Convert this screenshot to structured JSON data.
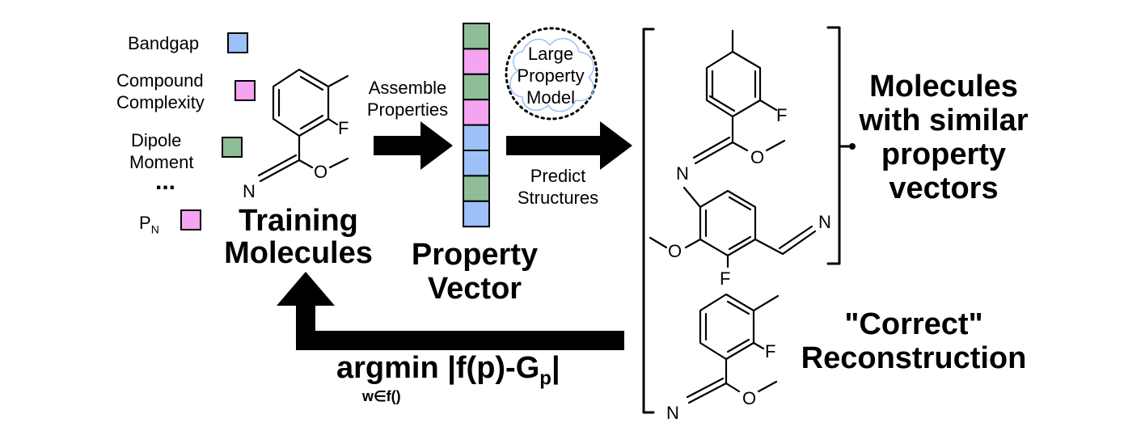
{
  "colors": {
    "blue": "#9cc0f7",
    "pink": "#f4a4f0",
    "green": "#8fbd98",
    "black": "#000000"
  },
  "properties": {
    "bandgap": "Bandgap",
    "compound_complexity_1": "Compound",
    "compound_complexity_2": "Complexity",
    "dipole_moment_1": "Dipole",
    "dipole_moment_2": "Moment",
    "ellipsis": "...",
    "pn_main": "P",
    "pn_sub": "N"
  },
  "vector_cells": [
    "green",
    "pink",
    "green",
    "pink",
    "blue",
    "blue",
    "green",
    "blue"
  ],
  "labels": {
    "training_molecules_1": "Training",
    "training_molecules_2": "Molecules",
    "assemble_properties_1": "Assemble",
    "assemble_properties_2": "Properties",
    "property_vector_1": "Property",
    "property_vector_2": "Vector",
    "large_property_model_1": "Large",
    "large_property_model_2": "Property",
    "large_property_model_3": "Model",
    "predict_structures_1": "Predict",
    "predict_structures_2": "Structures",
    "similar_1": "Molecules",
    "similar_2": "with similar",
    "similar_3": "property",
    "similar_4": "vectors",
    "correct_1": "\"Correct\"",
    "correct_2": "Reconstruction",
    "argmin_main": "argmin |f(p)-G",
    "argmin_sub": "p",
    "argmin_tail": "|",
    "argmin_under": "w∈f()"
  },
  "atoms": {
    "fluorine": "F",
    "nitrogen": "N",
    "oxygen": "O"
  }
}
